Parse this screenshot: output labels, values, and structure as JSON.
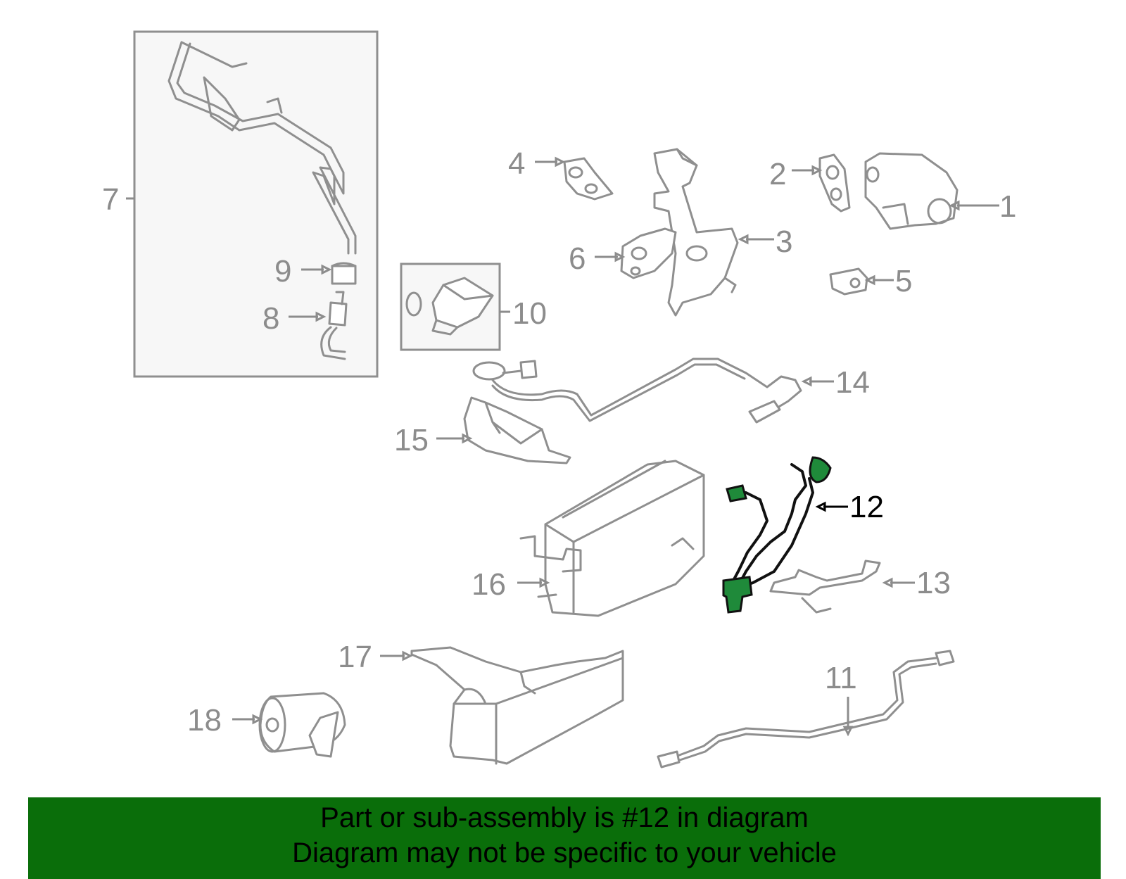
{
  "diagram": {
    "callouts": [
      {
        "id": "1",
        "label": "1"
      },
      {
        "id": "2",
        "label": "2"
      },
      {
        "id": "3",
        "label": "3"
      },
      {
        "id": "4",
        "label": "4"
      },
      {
        "id": "5",
        "label": "5"
      },
      {
        "id": "6",
        "label": "6"
      },
      {
        "id": "7",
        "label": "7"
      },
      {
        "id": "8",
        "label": "8"
      },
      {
        "id": "9",
        "label": "9"
      },
      {
        "id": "10",
        "label": "10"
      },
      {
        "id": "11",
        "label": "11"
      },
      {
        "id": "12",
        "label": "12"
      },
      {
        "id": "13",
        "label": "13"
      },
      {
        "id": "14",
        "label": "14"
      },
      {
        "id": "15",
        "label": "15"
      },
      {
        "id": "16",
        "label": "16"
      },
      {
        "id": "17",
        "label": "17"
      },
      {
        "id": "18",
        "label": "18"
      }
    ],
    "highlighted_part": "12",
    "colors": {
      "part_stroke": "#8f8f8f",
      "highlight_fill": "#1f8a3a",
      "banner_bg": "#0a6e0a"
    }
  },
  "banner": {
    "line1": "Part or sub-assembly is #12 in diagram",
    "line2": "Diagram may not be specific to your vehicle"
  }
}
